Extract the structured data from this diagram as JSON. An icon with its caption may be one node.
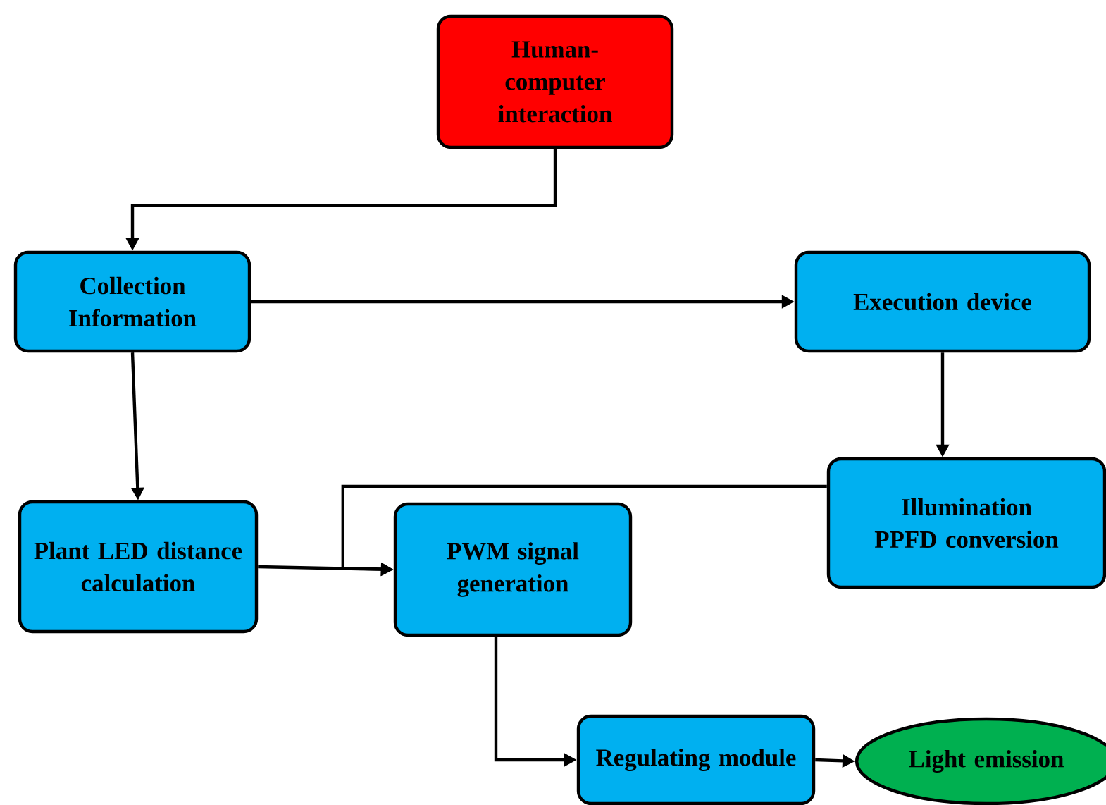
{
  "diagram": {
    "nodes": [
      {
        "text": [
          "Human-computer interaction"
        ]
      },
      {
        "text": [
          "Collection Information"
        ]
      },
      {
        "text": [
          "Execution device"
        ]
      },
      {
        "text": [
          "Plant LED distance calculation"
        ]
      },
      {
        "text": [
          "Illumination PPFD conversion"
        ]
      },
      {
        "text": [
          "PWM signal generation"
        ]
      },
      {
        "text": [
          "Regulating module"
        ]
      },
      {
        "text": [
          "Light emission"
        ]
      }
    ],
    "edges": [
      {
        "from": 0,
        "to": 1,
        "arrow": "to"
      },
      {
        "from": 1,
        "to": 2,
        "arrow": "to"
      },
      {
        "from": 1,
        "to": 3,
        "arrow": "to"
      },
      {
        "from": 2,
        "to": 4,
        "arrow": "to"
      },
      {
        "from": 3,
        "to": 5,
        "arrow": "to"
      },
      {
        "from": 4,
        "to": 5,
        "arrow": "to"
      },
      {
        "from": 5,
        "to": 6,
        "arrow": "to"
      },
      {
        "from": 6,
        "to": 7,
        "arrow": "to"
      }
    ]
  }
}
